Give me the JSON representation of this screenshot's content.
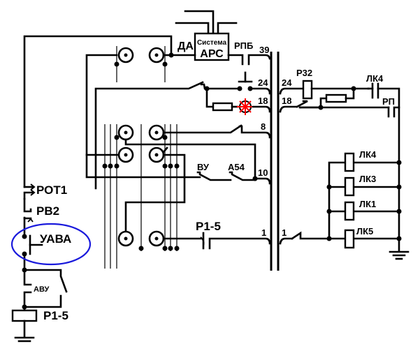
{
  "diagram": {
    "type": "electrical-schematic",
    "colors": {
      "wire": "#000000",
      "lamp": "#ff0000",
      "highlight_ellipse": "#1a1adc"
    },
    "blocks": {
      "aps_system": {
        "line1": "Система",
        "line2": "АРС"
      }
    },
    "labels": {
      "da": "ДА",
      "rpb": "РПБ",
      "rz2": "Р32",
      "lk4_contact": "ЛК4",
      "rp": "РП",
      "vu": "ВУ",
      "a54": "А54",
      "r15_contact": "Р1-5",
      "pot1": "РОТ1",
      "rv2": "РВ2",
      "uava": "УАВА",
      "avu": "АВУ",
      "r15_coil": "Р1-5"
    },
    "coils": [
      {
        "name": "ЛК4"
      },
      {
        "name": "ЛК3"
      },
      {
        "name": "ЛК1"
      },
      {
        "name": "ЛК5"
      }
    ],
    "wire_numbers": {
      "left_bus": [
        "39",
        "24",
        "18",
        "8",
        "10",
        "1"
      ],
      "right_bus": [
        "24",
        "18",
        "1"
      ]
    }
  }
}
